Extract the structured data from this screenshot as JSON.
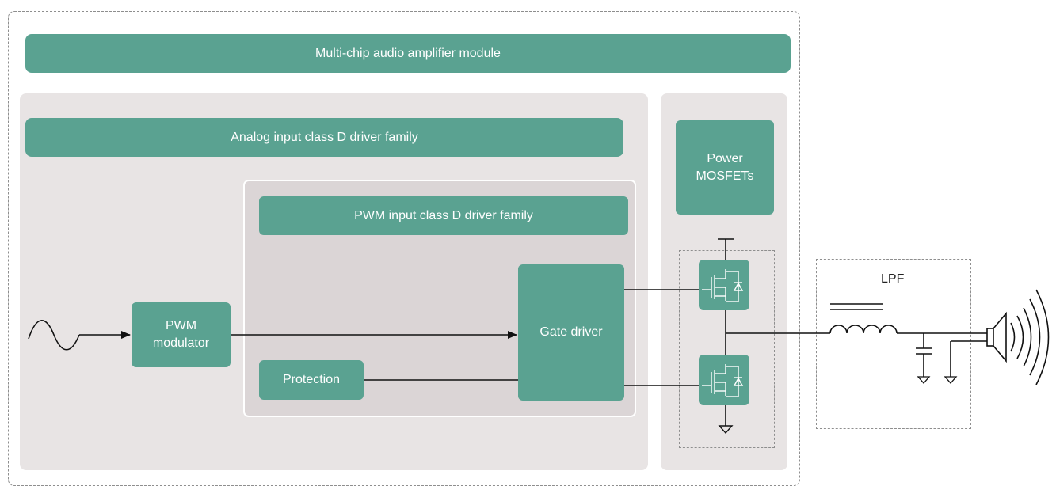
{
  "diagram": {
    "module_title": "Multi-chip audio amplifier module",
    "analog_family": "Analog input class D driver family",
    "pwm_family": "PWM input class D driver family",
    "power_mosfets": "Power\nMOSFETs",
    "pwm_modulator": "PWM\nmodulator",
    "gate_driver": "Gate driver",
    "protection": "Protection",
    "lpf": "LPF"
  },
  "colors": {
    "teal": "#5aa291",
    "panel_grey": "#e8e4e4",
    "inner_grey": "#dbd5d6",
    "line": "#111111",
    "dashed_border": "#8e8e8e"
  }
}
